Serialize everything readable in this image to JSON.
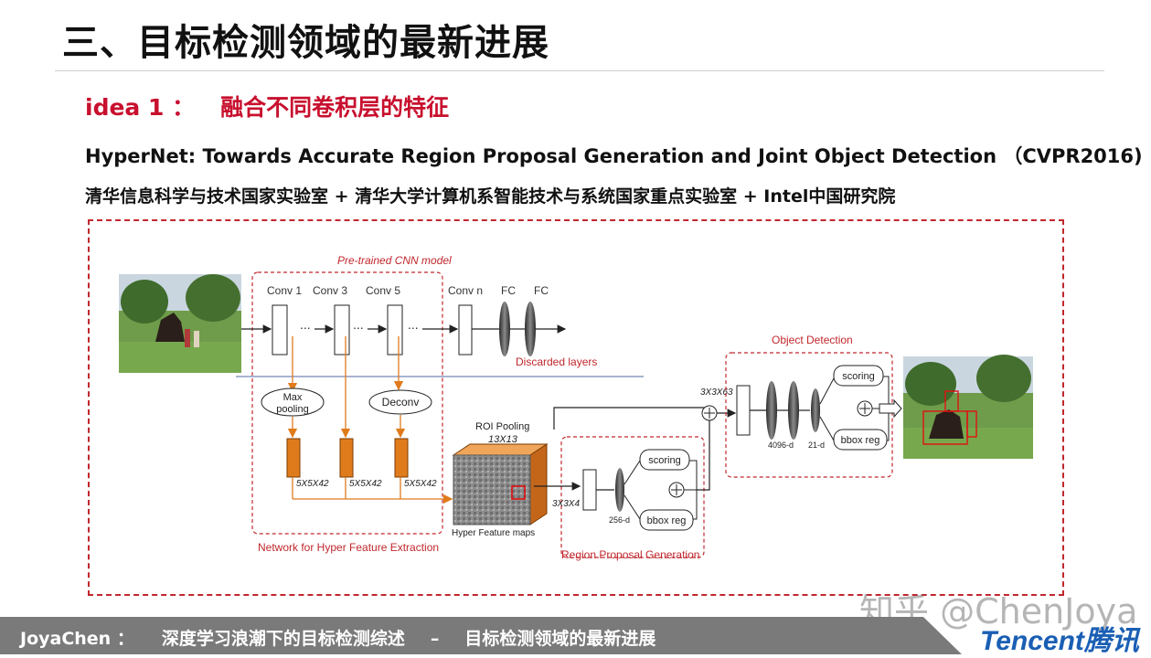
{
  "slide": {
    "title": "三、目标检测领域的最新进展",
    "idea_label": "idea 1 ：",
    "idea_text": "融合不同卷积层的特征",
    "paper_title": "HyperNet: Towards Accurate Region Proposal Generation and Joint Object Detection （CVPR2016)",
    "affiliations": "清华信息科学与技术国家实验室 + 清华大学计算机系智能技术与系统国家重点实验室 + Intel中国研究院"
  },
  "diagram": {
    "pretrained_label": "Pre-trained CNN model",
    "conv1": "Conv 1",
    "conv3": "Conv 3",
    "conv5": "Conv 5",
    "convn": "Conv n",
    "fc1": "FC",
    "fc2": "FC",
    "ellipsis": "...",
    "discarded": "Discarded layers",
    "max_pooling_line1": "Max",
    "max_pooling_line2": "pooling",
    "deconv": "Deconv",
    "feat_dim": "5X5X42",
    "hyper_extraction": "Network for Hyper Feature Extraction",
    "roi_pooling": "ROI Pooling",
    "roi_size": "13X13",
    "hyper_maps": "Hyper Feature maps",
    "rpn_input": "3X3X4",
    "rpn_fc": "256-d",
    "scoring": "scoring",
    "bbox_reg": "bbox reg",
    "rpn_label": "Region Proposal Generation",
    "det_input": "3X3X63",
    "det_fc": "4096-d",
    "det_out": "21-d",
    "det_label": "Object Detection"
  },
  "footer": {
    "author": "JoyaChen ：",
    "course": "深度学习浪潮下的目标检测综述",
    "dash": "–",
    "section": "目标检测领域的最新进展",
    "logo": "Tencent腾讯",
    "watermark": "知乎 @ChenJoya"
  },
  "colors": {
    "accent_red": "#c8102e",
    "dashed_red": "#c1272d",
    "feature_orange": "#e07b1c",
    "footer_gray": "#7a7a7a",
    "logo_blue": "#1a5fb4"
  }
}
